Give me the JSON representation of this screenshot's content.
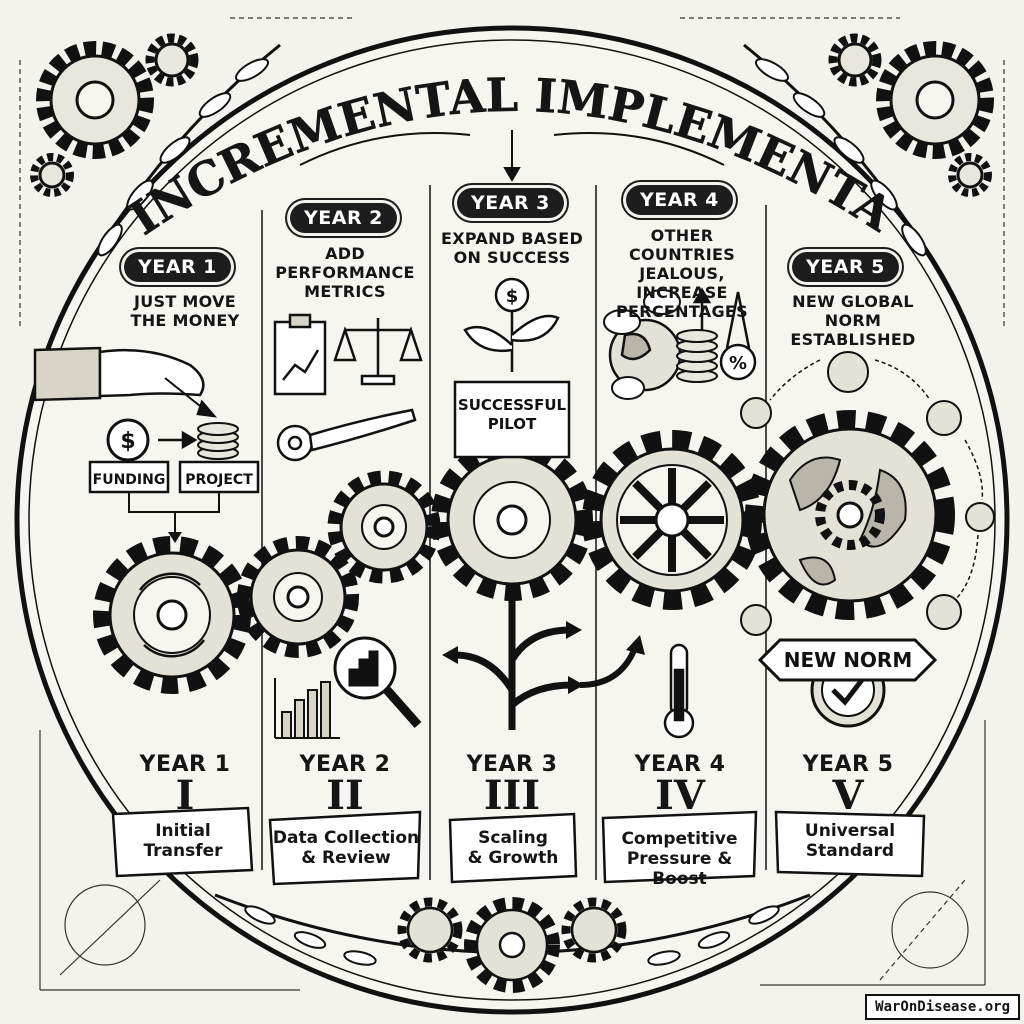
{
  "title": "THE INCREMENTAL IMPLEMENTATION",
  "columns": [
    {
      "year_tag": "YEAR 1",
      "caption_lines": [
        "JUST MOVE",
        "THE MONEY"
      ],
      "year_label": "YEAR 1",
      "roman": "I",
      "stage_lines": [
        "Initial",
        "Transfer"
      ]
    },
    {
      "year_tag": "YEAR 2",
      "caption_lines": [
        "ADD",
        "PERFORMANCE",
        "METRICS"
      ],
      "year_label": "YEAR 2",
      "roman": "II",
      "stage_lines": [
        "Data Collection",
        "& Review"
      ]
    },
    {
      "year_tag": "YEAR 3",
      "caption_lines": [
        "EXPAND BASED",
        "ON SUCCESS"
      ],
      "year_label": "YEAR 3",
      "roman": "III",
      "stage_lines": [
        "Scaling",
        "& Growth"
      ]
    },
    {
      "year_tag": "YEAR 4",
      "caption_lines": [
        "OTHER COUNTRIES",
        "JEALOUS, INCREASE",
        "PERCENTAGES"
      ],
      "year_label": "YEAR 4",
      "roman": "IV",
      "stage_lines": [
        "Competitive",
        "Pressure & Boost"
      ]
    },
    {
      "year_tag": "YEAR 5",
      "caption_lines": [
        "NEW GLOBAL NORM",
        "ESTABLISHED"
      ],
      "year_label": "YEAR 5",
      "roman": "V",
      "stage_lines": [
        "Universal",
        "Standard"
      ]
    }
  ],
  "labels": {
    "funding": "FUNDING",
    "project": "PROJECT",
    "successful_pilot": [
      "SUCCESSFUL",
      "PILOT"
    ],
    "new_norm": "NEW NORM"
  },
  "icons": [
    "dollar-coin-icon",
    "hand-icon",
    "coin-stack-icon",
    "clipboard-chart-icon",
    "scales-icon",
    "tape-measure-icon",
    "magnifier-icon",
    "bar-chart-icon",
    "sprout-icon",
    "globe-icon",
    "thermometer-icon",
    "percent-icon",
    "checkmark-icon",
    "gear-icon",
    "laurel-icon"
  ],
  "watermark": "WarOnDisease.org"
}
